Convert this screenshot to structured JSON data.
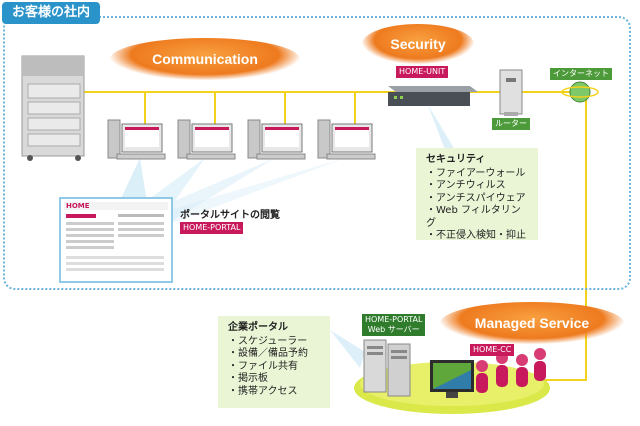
{
  "office": {
    "title": "お客様の社内"
  },
  "clouds": {
    "communication": "Communication",
    "security": "Security",
    "managed_service": "Managed Service"
  },
  "tags": {
    "home_unit": "HOME-UNIT",
    "router": "ルーター",
    "internet": "インターネット",
    "home_portal": "HOME-PORTAL",
    "portal_server_line1": "HOME-PORTAL",
    "portal_server_line2": "Web サーバー",
    "home_cc": "HOME-CC"
  },
  "portal_view": {
    "label": "ポータルサイトの閲覧",
    "logo": "HOME"
  },
  "security_panel": {
    "title": "セキュリティ",
    "items": [
      "ファイアーウォール",
      "アンチウィルス",
      "アンチスパイウェア",
      "Web フィルタリング",
      "不正侵入検知・抑止"
    ]
  },
  "portal_panel": {
    "title": "企業ポータル",
    "items": [
      "スケジューラー",
      "設備／備品予約",
      "ファイル共有",
      "掲示板",
      "携帯アクセス"
    ]
  },
  "colors": {
    "network_line": "#f2d21b",
    "office_border": "#6cb4d8",
    "tab_blue": "#2a93c9",
    "accent_orange": "#ee7a1e",
    "tag_pink": "#c8195d",
    "panel_green": "#eaf5d6"
  }
}
